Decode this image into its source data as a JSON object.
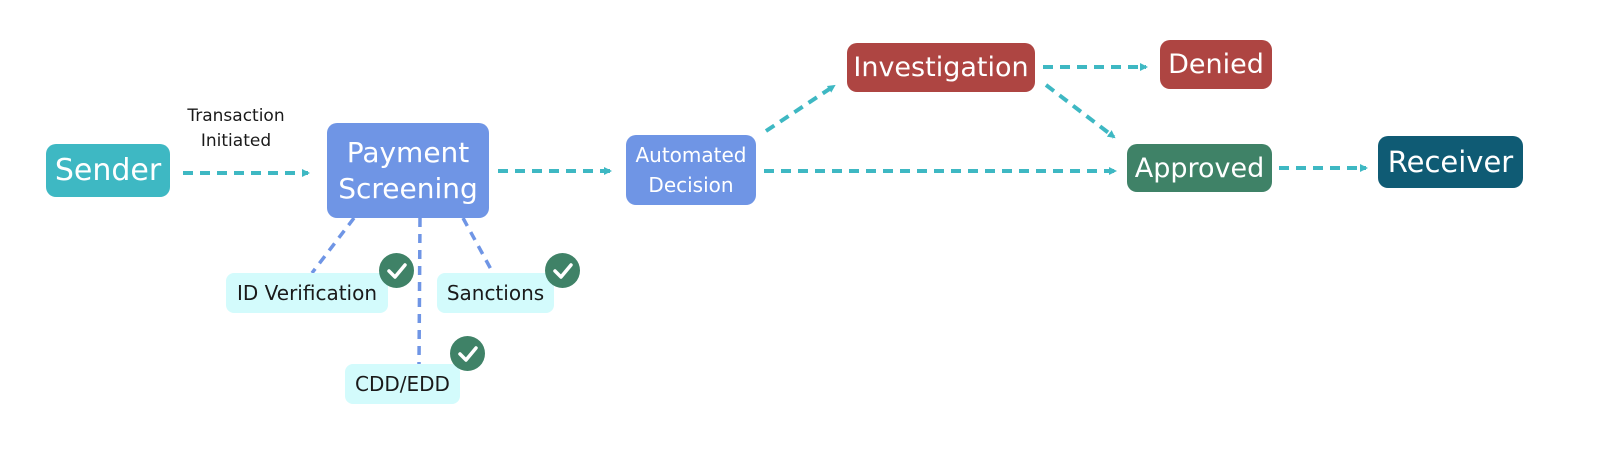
{
  "nodes": {
    "sender": "Sender",
    "payment_screening": "Payment Screening",
    "automated_decision": "Automated Decision",
    "investigation": "Investigation",
    "denied": "Denied",
    "approved": "Approved",
    "receiver": "Receiver"
  },
  "checks": {
    "id_verification": "ID Verification",
    "sanctions": "Sanctions",
    "cdd_edd": "CDD/EDD"
  },
  "edge_labels": {
    "transaction_initiated": "Transaction Initiated"
  },
  "colors": {
    "teal": "#3eb8c3",
    "blue": "#6f95e5",
    "red": "#ae4542",
    "green": "#3f8267",
    "navy": "#0f5b74",
    "light_cyan": "#d3fbfc"
  },
  "icons": {
    "check": "check-circle-icon"
  }
}
